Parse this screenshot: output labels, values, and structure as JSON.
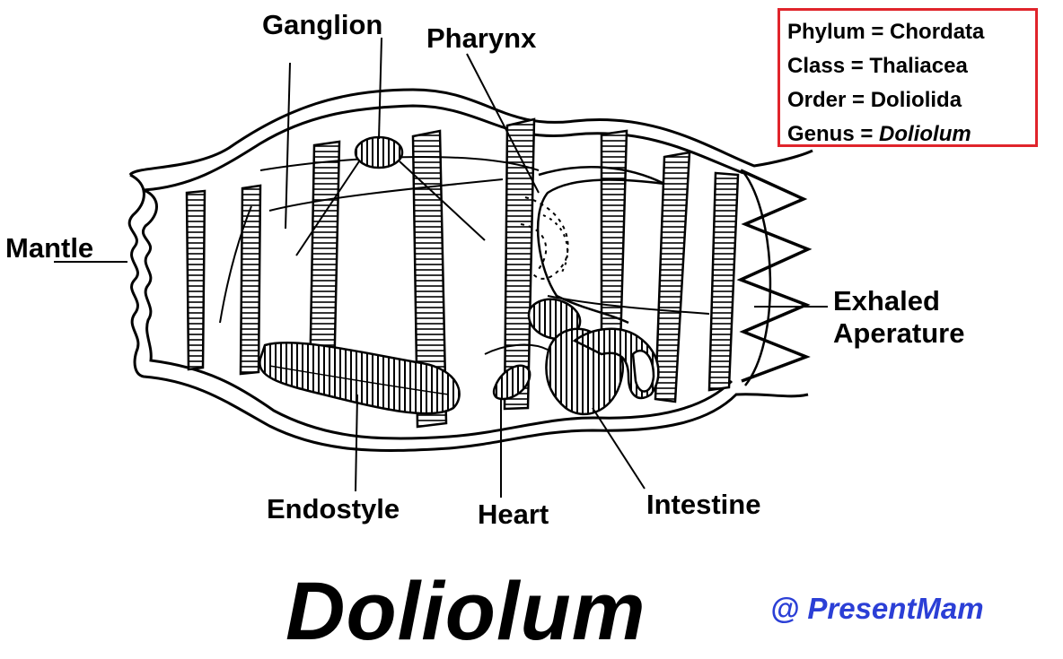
{
  "labels": {
    "ganglion": "Ganglion",
    "pharynx": "Pharynx",
    "mantle": "Mantle",
    "exhaled_line1": "Exhaled",
    "exhaled_line2": "Aperature",
    "endostyle": "Endostyle",
    "heart": "Heart",
    "intestine": "Intestine"
  },
  "taxonomy": {
    "phylum": "Phylum = Chordata",
    "class": "Class = Thaliacea",
    "order": "Order = Doliolida",
    "genus_prefix": "Genus = ",
    "genus_name": "Doliolum"
  },
  "title": "Doliolum",
  "credit": "@ PresentMam",
  "colors": {
    "box_border": "#e0242b",
    "credit": "#2b3fd6",
    "ink": "#000000"
  }
}
